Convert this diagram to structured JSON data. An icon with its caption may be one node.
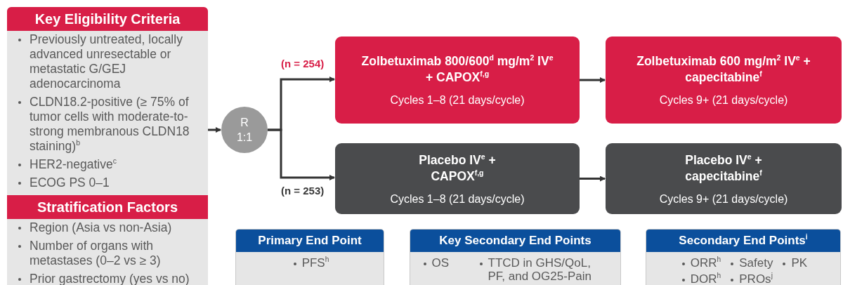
{
  "diagram": {
    "nodes": [
      {
        "text": [
          "Key Eligibility Criteria",
          "Previously untreated, locally advanced unresectable or metastatic G/GEJ adenocarcinoma",
          "CLDN18.2-positive (≥ 75% of tumor cells with moderate-to-strong membranous CLDN18 staining)$^{b}$",
          "HER2-negative$^{c}$",
          "ECOG PS 0–1"
        ]
      },
      {
        "text": [
          "Stratification Factors",
          "Region (Asia vs non-Asia)",
          "Number of organs with metastases (0–2 vs ≥ 3)",
          "Prior gastrectomy (yes vs no)"
        ]
      },
      {
        "text": [
          "R 1:1"
        ]
      },
      {
        "text": [
          "Zolbetuximab 800/600$^{d}$ mg/m$^{2}$ IV$^{e}$ + CAPOX$^{f,g}$",
          "Cycles 1–8 (21 days/cycle)"
        ],
        "beside": [
          "(n = 254)"
        ]
      },
      {
        "text": [
          "Zolbetuximab 600 mg/m$^{2}$ IV$^{e}$ + capecitabine$^{f}$",
          "Cycles 9+ (21 days/cycle)"
        ]
      },
      {
        "text": [
          "Placebo IV$^{e}$ + CAPOX$^{f,g}$",
          "Cycles 1–8 (21 days/cycle)"
        ],
        "beside": [
          "(n = 253)"
        ]
      },
      {
        "text": [
          "Placebo IV$^{e}$ + capecitabine$^{f}$",
          "Cycles 9+ (21 days/cycle)"
        ]
      },
      {
        "text": [
          "Primary End Point",
          "PFS$^{h}$"
        ]
      },
      {
        "text": [
          "Key Secondary End Points",
          "OS",
          "TTCD in GHS/QoL, PF, and OG25-Pain"
        ]
      },
      {
        "text": [
          "Secondary End Points$^{i}$",
          "ORR$^{h}$",
          "Safety",
          "PK",
          "DOR$^{h}$",
          "PROs$^{j}$"
        ]
      }
    ],
    "edges": [
      {
        "from": 0,
        "to": 2,
        "arrow": "to"
      },
      {
        "from": 2,
        "to": 3,
        "arrow": "to"
      },
      {
        "from": 2,
        "to": 5,
        "arrow": "to"
      },
      {
        "from": 3,
        "to": 4,
        "arrow": "to"
      },
      {
        "from": 5,
        "to": 6,
        "arrow": "to"
      }
    ]
  }
}
